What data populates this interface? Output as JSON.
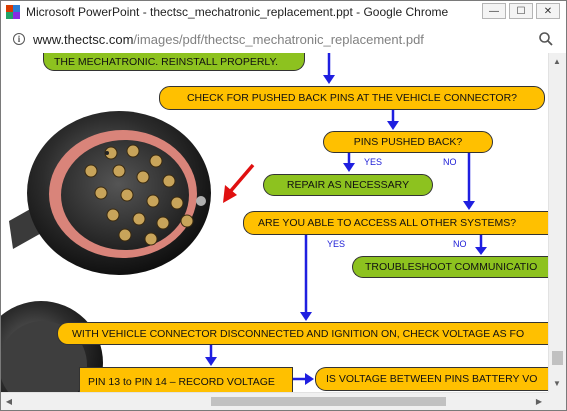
{
  "window": {
    "title": "Microsoft PowerPoint - thectsc_mechatronic_replacement.ppt - Google Chrome",
    "controls": {
      "minimize": "—",
      "maximize": "☐",
      "close": "✕"
    }
  },
  "address_bar": {
    "url_host": "www.thectsc.com",
    "url_path": "/images/pdf/thectsc_mechatronic_replacement.pdf"
  },
  "flowchart": {
    "top_box": "THE MECHATRONIC. REINSTALL PROPERLY.",
    "check_pins": "CHECK FOR PUSHED BACK PINS AT THE VEHICLE CONNECTOR?",
    "pins_pushed_back": "PINS PUSHED BACK?",
    "yes_1": "YES",
    "no_1": "NO",
    "repair": "REPAIR AS NECESSARY",
    "access_systems": "ARE YOU ABLE TO ACCESS ALL OTHER SYSTEMS?",
    "yes_2": "YES",
    "no_2": "NO",
    "troubleshoot": "TROUBLESHOOT COMMUNICATIO",
    "voltage_check": "WITH VEHICLE CONNECTOR DISCONNECTED AND IGNITION ON, CHECK VOLTAGE AS FO",
    "pin_record": "PIN 13 to PIN 14 – RECORD VOLTAGE",
    "battery_question": "IS VOLTAGE BETWEEN PINS BATTERY VO"
  },
  "colors": {
    "yellow_box": "#ffc000",
    "green_box": "#8dc21f",
    "arrow": "#1f1fe0",
    "pointer_arrow": "#e01010"
  }
}
